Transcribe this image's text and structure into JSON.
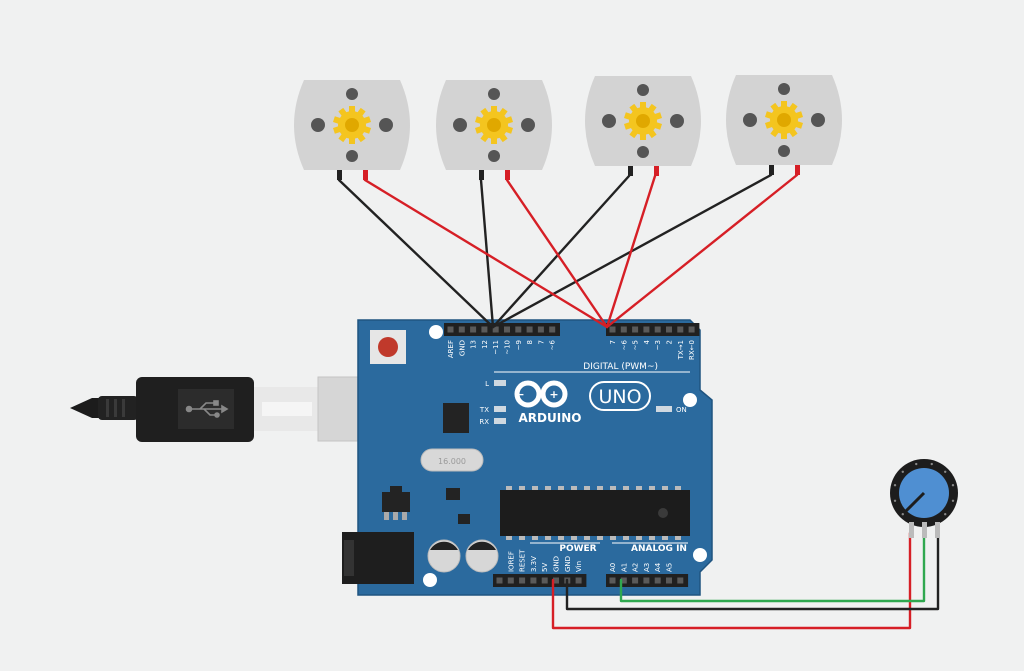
{
  "board": {
    "brand": "ARDUINO",
    "model": "UNO",
    "on_label": "ON",
    "led_l": "L",
    "led_tx": "TX",
    "led_rx": "RX",
    "digital_header": "DIGITAL (PWM~)",
    "power_header": "POWER",
    "analog_header": "ANALOG IN",
    "crystal_label": "16.000",
    "digital_pins": [
      "AREF",
      "GND",
      "13",
      "12",
      "~11",
      "~10",
      "~9",
      "8",
      "7",
      "~6",
      "~5",
      "4",
      "~3",
      "2",
      "TX→1",
      "RX←0"
    ],
    "power_pins": [
      "IOREF",
      "RESET",
      "3.3V",
      "5V",
      "GND",
      "GND",
      "Vin"
    ],
    "analog_pins": [
      "A0",
      "A1",
      "A2",
      "A3",
      "A4",
      "A5"
    ]
  },
  "colors": {
    "board": "#2b6a9e",
    "board_edge": "#1f5480",
    "motor": "#d3d3d3",
    "gear": "#f4c51f",
    "wire_black": "#222222",
    "wire_red": "#d61f26",
    "wire_green": "#2fa84f",
    "pot_knob": "#4f8fd2"
  },
  "components": {
    "motors": [
      {
        "name": "motor-1",
        "icon": "dc-motor-icon"
      },
      {
        "name": "motor-2",
        "icon": "dc-motor-icon"
      },
      {
        "name": "motor-3",
        "icon": "dc-motor-icon"
      },
      {
        "name": "motor-4",
        "icon": "dc-motor-icon"
      }
    ],
    "usb_cable": {
      "icon": "usb-icon"
    },
    "potentiometer": {
      "icon": "potentiometer-icon"
    }
  }
}
